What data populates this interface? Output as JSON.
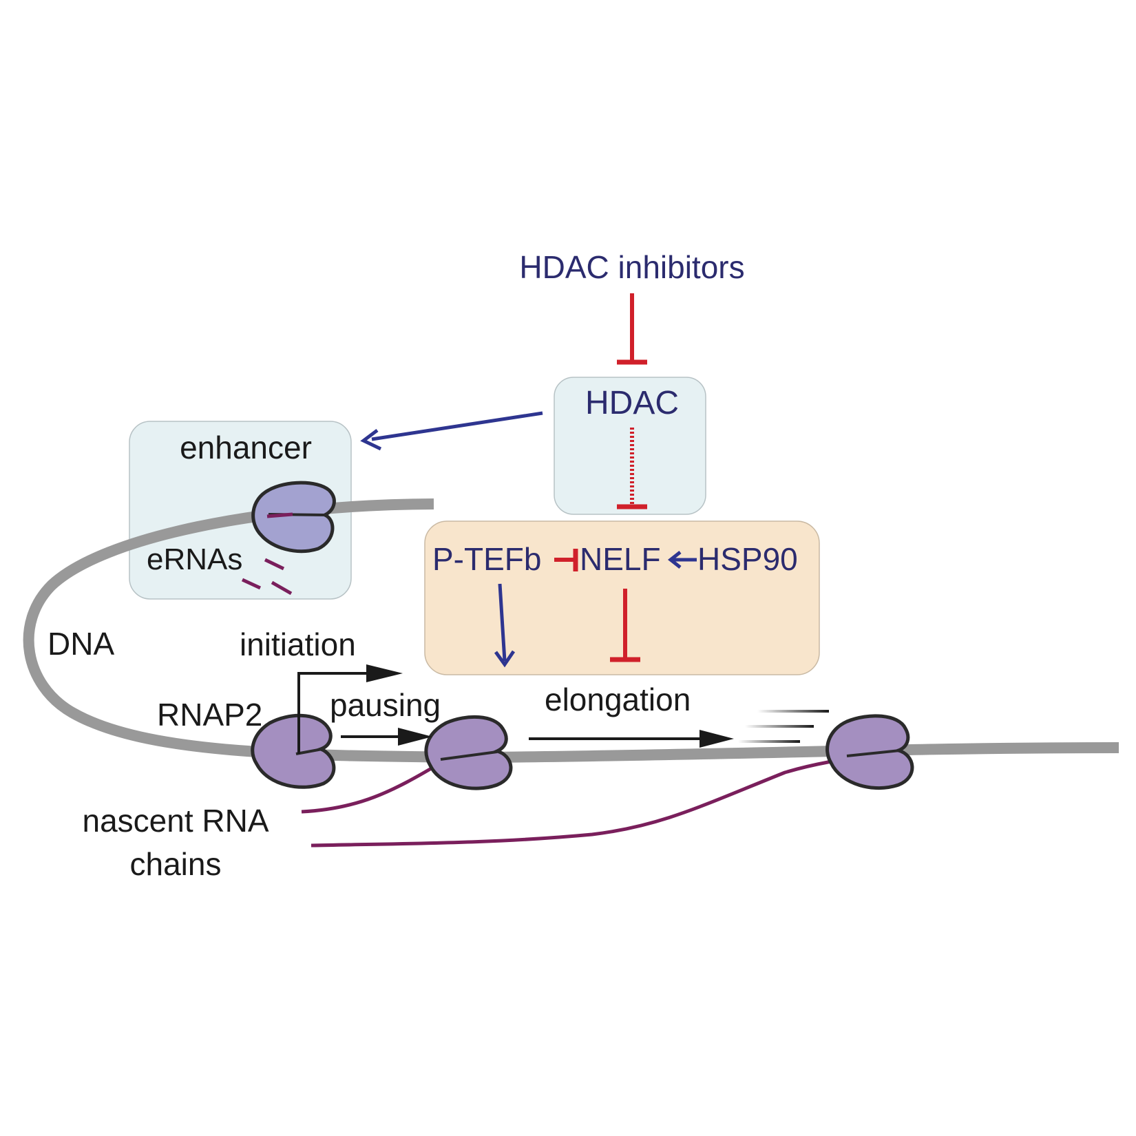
{
  "labels": {
    "hdac_inhibitors": "HDAC inhibitors",
    "hdac": "HDAC",
    "enhancer": "enhancer",
    "ernas": "eRNAs",
    "ptefb": "P-TEFb",
    "nelf": "NELF",
    "hsp90": "HSP90",
    "dna": "DNA",
    "initiation": "initiation",
    "rnap2": "RNAP2",
    "pausing": "pausing",
    "elongation": "elongation",
    "nascent_line1": "nascent RNA",
    "nascent_line2": "chains"
  },
  "colors": {
    "regulator_text": "#2b2b6e",
    "process_text": "#1a1a1a",
    "activation_arrow": "#2e3590",
    "inhibition": "#d0202a",
    "dna": "#999999",
    "rna": "#7a1f5c",
    "polymerase": "#a48fc0",
    "polymerase_outline": "#2a2a2a",
    "enhancer_box": "#e6f1f3",
    "elongation_box": "#f8e5cc"
  }
}
